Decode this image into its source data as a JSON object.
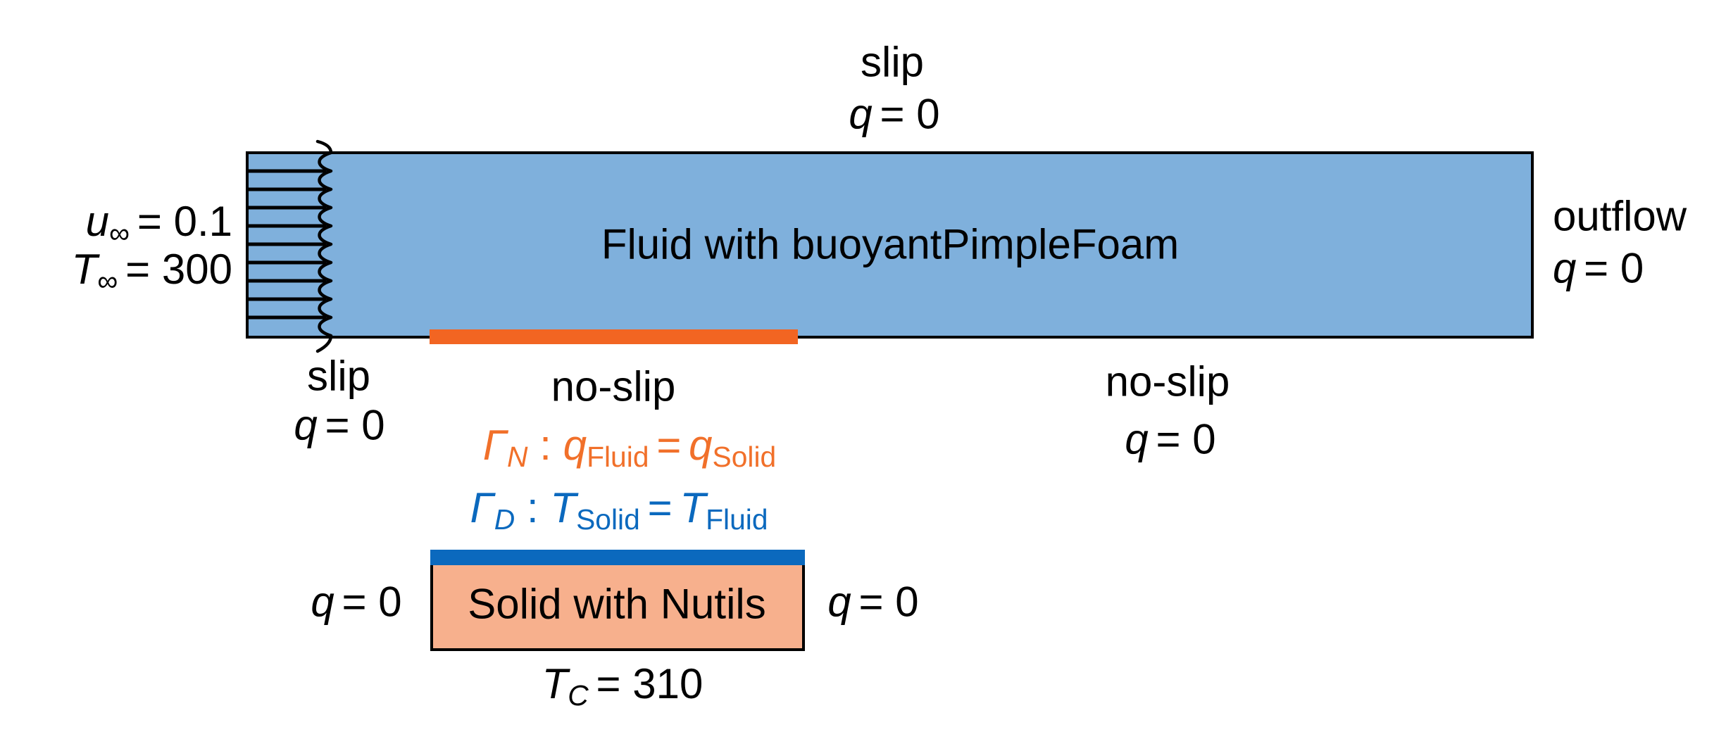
{
  "figure": {
    "type": "boundary-condition-diagram",
    "fluid_domain_label": "Fluid with buoyantPimpleFoam",
    "solid_domain_label": "Solid with Nutils"
  },
  "colors": {
    "fluid_fill": "#7FB0DC",
    "solid_fill": "#F7B08D",
    "neumann_orange": "#F26522",
    "neumann_text_orange": "#F1702A",
    "dirichlet_blue": "#0B69BE",
    "outline_black": "#000000",
    "background": "#FFFFFF"
  },
  "inlet": {
    "u": {
      "base": "u",
      "sub": "∞",
      "value": "= 0.1"
    },
    "T": {
      "base": "T",
      "sub": "∞",
      "value": "= 300"
    }
  },
  "outlet": {
    "label": "outflow",
    "q": {
      "base": "q",
      "value": "= 0"
    }
  },
  "bc": {
    "slip": "slip",
    "noslip": "no-slip",
    "q0": {
      "base": "q",
      "value": "= 0"
    }
  },
  "interface": {
    "neumann": {
      "gamma": "Γ",
      "sub": "N",
      "colon": ":",
      "lhs": {
        "base": "q",
        "sub": "Fluid"
      },
      "eq": "=",
      "rhs": {
        "base": "q",
        "sub": "Solid"
      }
    },
    "dirichlet": {
      "gamma": "Γ",
      "sub": "D",
      "colon": ":",
      "lhs": {
        "base": "T",
        "sub": "Solid"
      },
      "eq": "=",
      "rhs": {
        "base": "T",
        "sub": "Fluid"
      }
    }
  },
  "solid_bottom": {
    "base": "T",
    "sub": "C",
    "value": "= 310"
  }
}
